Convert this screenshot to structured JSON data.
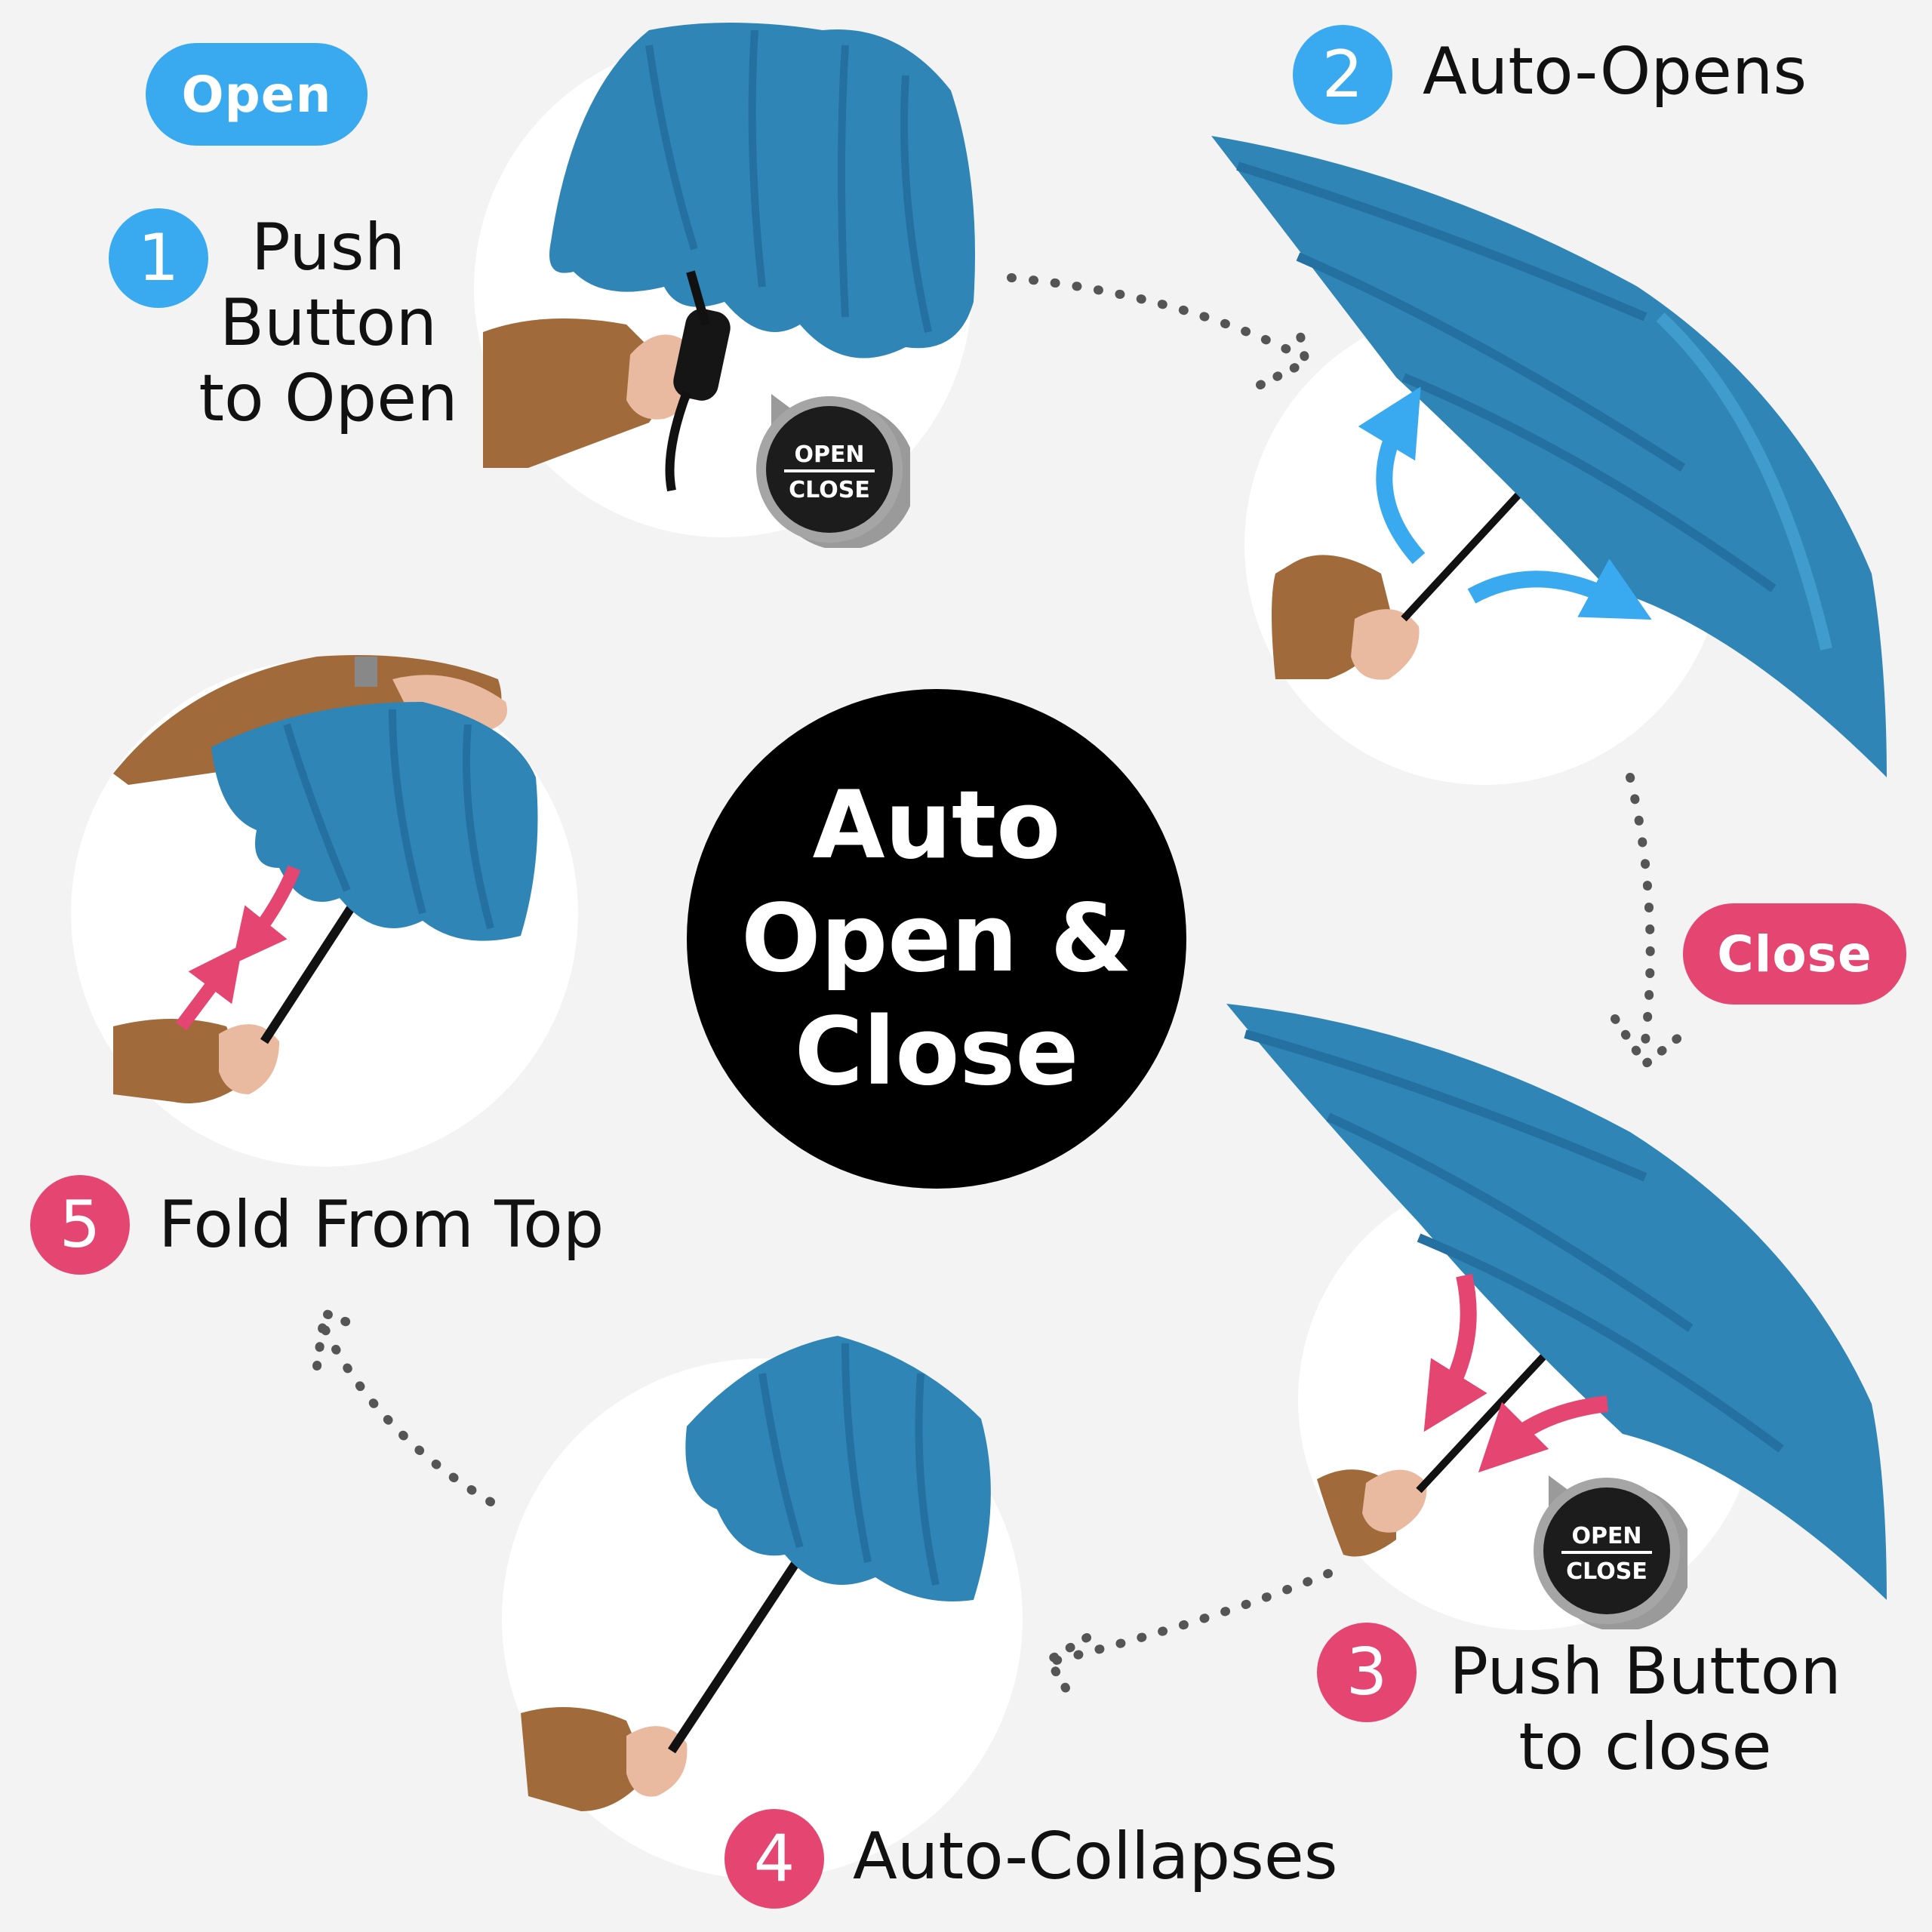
{
  "colors": {
    "open_blue": "#3aaaf0",
    "close_pink": "#e54671",
    "umbrella_blue": "#2e84b3",
    "background": "#f3f3f3"
  },
  "center": {
    "line1": "Auto",
    "line2": "Open &",
    "line3": "Close"
  },
  "badges": {
    "open": "Open",
    "close": "Close"
  },
  "steps": [
    {
      "number": "1",
      "lines": [
        "Push",
        "Button",
        "to Open"
      ]
    },
    {
      "number": "2",
      "lines": [
        "Auto-Opens"
      ]
    },
    {
      "number": "3",
      "lines": [
        "Push Button",
        "to close"
      ]
    },
    {
      "number": "4",
      "lines": [
        "Auto-Collapses"
      ]
    },
    {
      "number": "5",
      "lines": [
        "Fold From Top"
      ]
    }
  ],
  "button_callouts": [
    {
      "top": "OPEN",
      "bottom": "CLOSE"
    },
    {
      "top": "OPEN",
      "bottom": "CLOSE"
    }
  ]
}
